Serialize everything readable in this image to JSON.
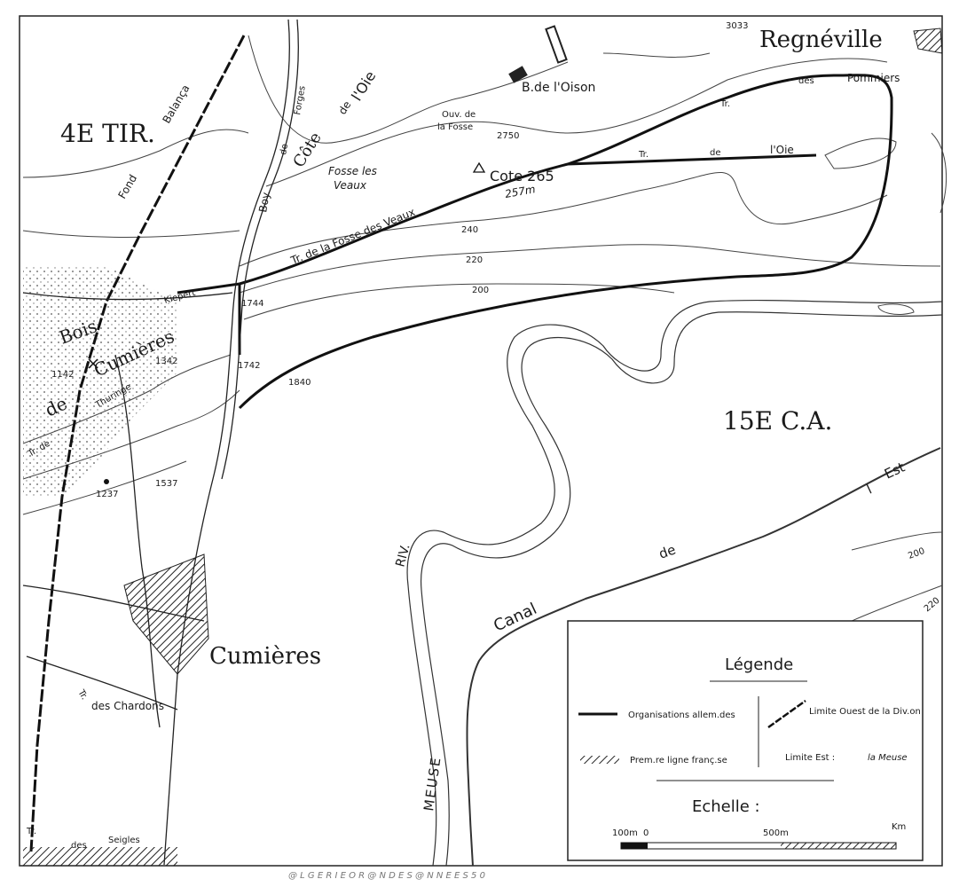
{
  "map": {
    "units": {
      "fourth_tir": "4E TIR.",
      "fifteenth_ca": "15E C.A."
    },
    "places": {
      "regneville": "Regnéville",
      "regneville_alt": "3033",
      "cumieres": "Cumières",
      "bois_de": "Bois",
      "bois_cumieres": "Cumières",
      "bois_de_word": "de",
      "b_oison": "B.de l'Oison",
      "cote_265": "Cote 265",
      "ouv_fosse_1": "Ouv. de",
      "ouv_fosse_2": "la Fosse",
      "fosse_veaux_1": "Fosse les",
      "fosse_veaux_2": "Veaux"
    },
    "trenches": {
      "pommiers_1": "Tr.",
      "pommiers_2": "des",
      "pommiers_3": "Pommiers",
      "oie_1": "Tr.",
      "oie_2": "de",
      "oie_3": "l'Oie",
      "fosse_veaux": "Tr. de la Fosse des Veaux",
      "cote_oie_1": "Côte",
      "cote_oie_2": "de",
      "cote_oie_3": "l'Oie",
      "boy_forges_1": "Boy.",
      "boy_forges_2": "de",
      "boy_forges_3": "Forges",
      "fond_balanca_1": "Fond",
      "fond_balanca_2": "Balança",
      "kiepert": "Kiepert",
      "thuringe_1": "Tr. de",
      "thuringe_2": "Thuringe",
      "chardons_1": "Tr.",
      "chardons_2": "des Chardons",
      "seigles_1": "Tr.",
      "seigles_2": "des",
      "seigles_3": "Seigles"
    },
    "numbers": {
      "n2750": "2750",
      "n257": "257m",
      "n240": "240",
      "n220": "220",
      "n200": "200",
      "n1744": "1744",
      "n1742": "1742",
      "n1840": "1840",
      "n1142": "1142",
      "n1342": "1342",
      "n1237": "1237",
      "n1537": "1537",
      "n200b": "200",
      "n220b": "220"
    },
    "water": {
      "riv": "RIV.",
      "meuse": "MEUSE",
      "canal": "Canal",
      "de": "de",
      "l": "l",
      "est": "Est"
    }
  },
  "legend": {
    "title": "Légende",
    "org_allemandes": "Organisations allem.des",
    "limite_ouest": "Limite Ouest de la Div.on",
    "premiere_ligne": "Prem.re ligne franç.se",
    "limite_est": "Limite Est :",
    "limite_est_value": "la Meuse",
    "scale_title": "Echelle :",
    "scale_100": "100m",
    "scale_0": "0",
    "scale_500": "500m",
    "scale_km": "Km"
  },
  "watermark": "@ L G E R I E   O R @ N   D E S   @ N N E E S   5 0",
  "colors": {
    "ink": "#1a1a1a",
    "paper": "#ffffff"
  }
}
